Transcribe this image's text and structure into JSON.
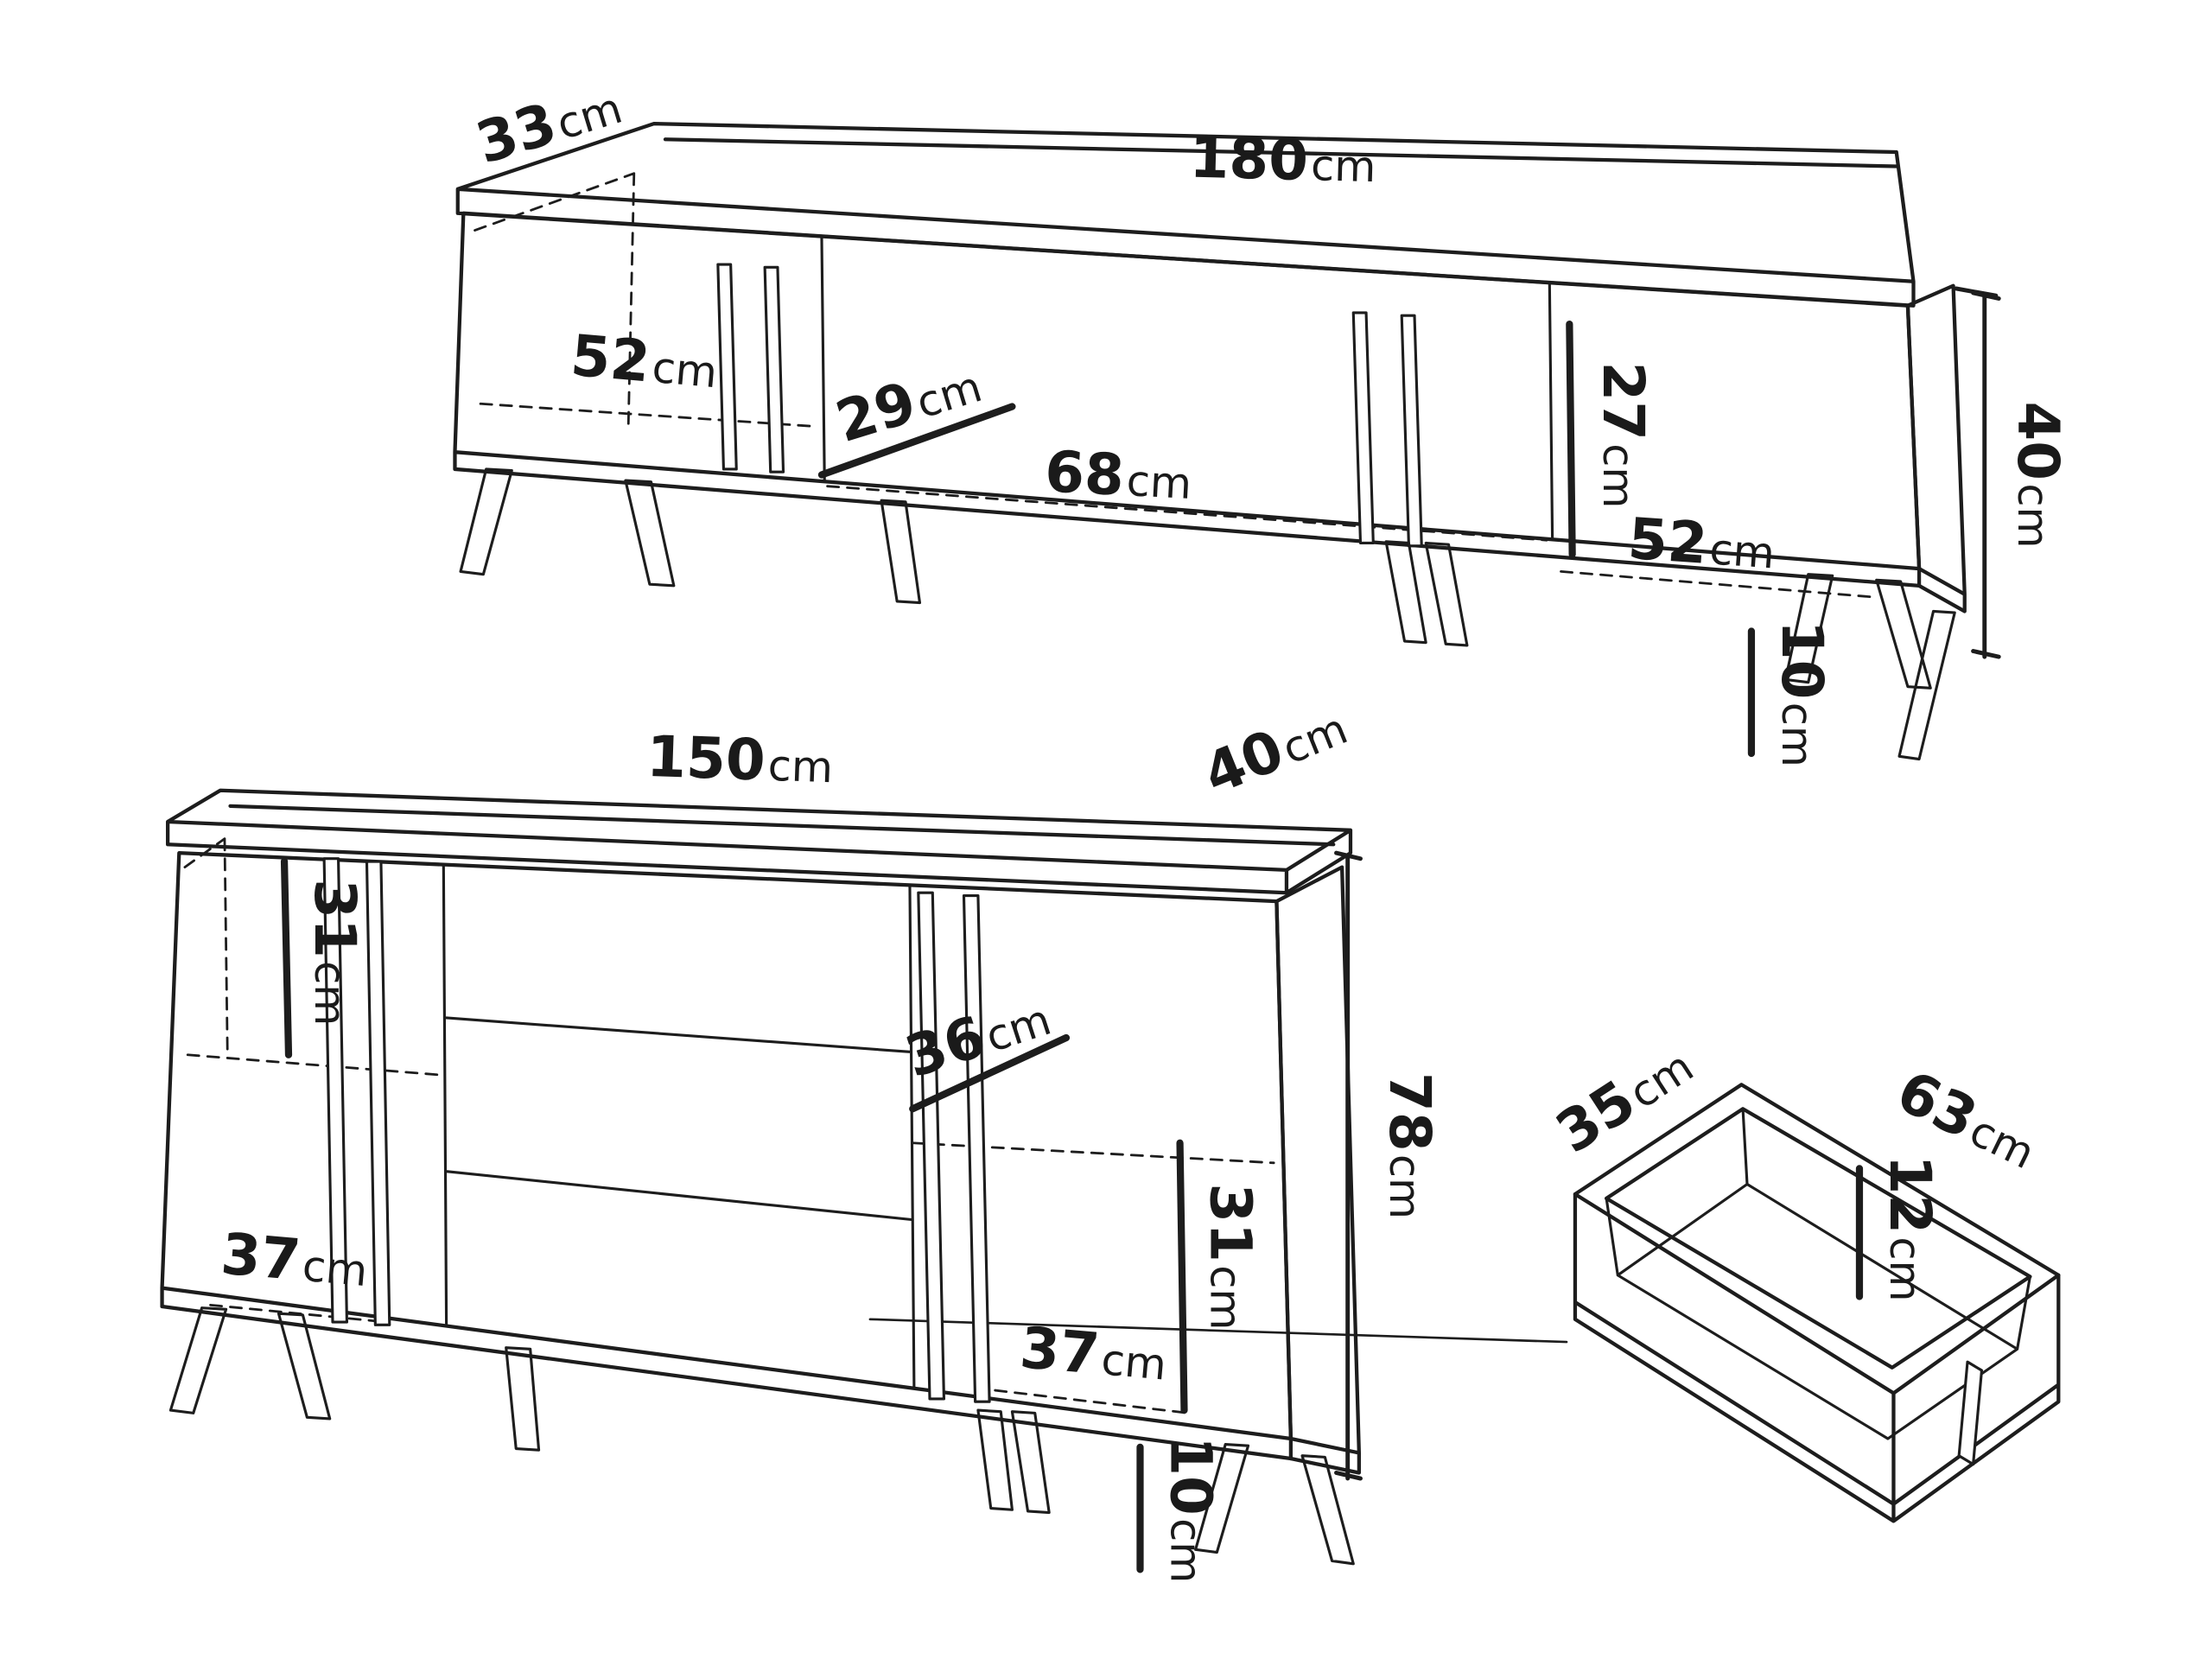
{
  "colors": {
    "line": "#1d1d1d",
    "background": "#ffffff",
    "text": "#1a1a1a"
  },
  "tv_stand": {
    "top_depth": {
      "value": "33",
      "unit": "cm"
    },
    "width": {
      "value": "180",
      "unit": "cm"
    },
    "left_door_width": {
      "value": "52",
      "unit": "cm"
    },
    "shelf_depth": {
      "value": "29",
      "unit": "cm"
    },
    "open_section_width": {
      "value": "68",
      "unit": "cm"
    },
    "open_section_height": {
      "value": "27",
      "unit": "cm"
    },
    "right_door_width": {
      "value": "52",
      "unit": "cm"
    },
    "height": {
      "value": "40",
      "unit": "cm"
    },
    "leg_height": {
      "value": "10",
      "unit": "cm"
    }
  },
  "sideboard": {
    "width": {
      "value": "150",
      "unit": "cm"
    },
    "depth": {
      "value": "40",
      "unit": "cm"
    },
    "left_shelf_height": {
      "value": "31",
      "unit": "cm"
    },
    "shelf_depth": {
      "value": "36",
      "unit": "cm"
    },
    "height": {
      "value": "78",
      "unit": "cm"
    },
    "left_door_width": {
      "value": "37",
      "unit": "cm"
    },
    "right_shelf_height": {
      "value": "31",
      "unit": "cm"
    },
    "right_door_width": {
      "value": "37",
      "unit": "cm"
    },
    "leg_height": {
      "value": "10",
      "unit": "cm"
    }
  },
  "drawer": {
    "depth": {
      "value": "35",
      "unit": "cm"
    },
    "width": {
      "value": "63",
      "unit": "cm"
    },
    "height": {
      "value": "12",
      "unit": "cm"
    }
  }
}
